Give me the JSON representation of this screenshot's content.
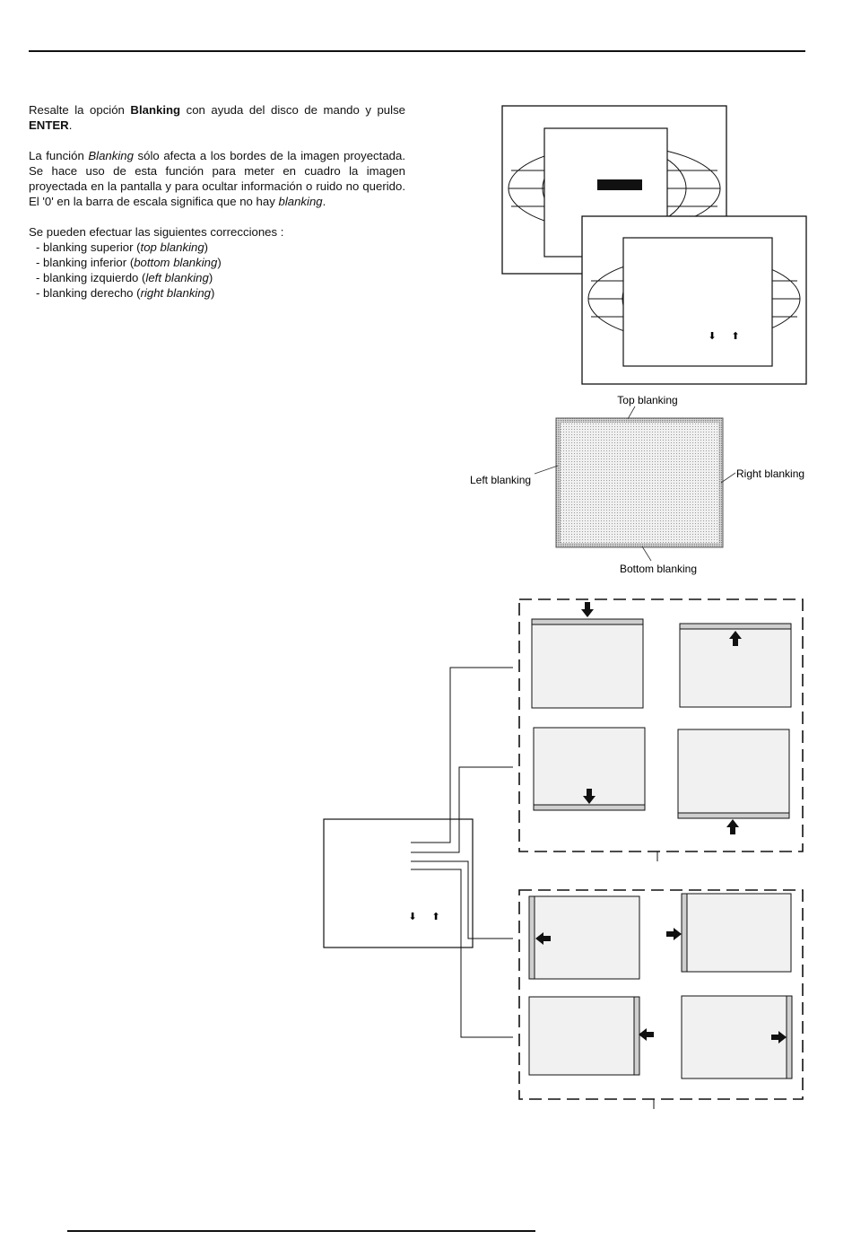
{
  "intro": {
    "p1_prefix": "Resalte la opción ",
    "p1_bold1": "Blanking",
    "p1_mid": " con ayuda del disco de mando y pulse ",
    "p1_bold2": "ENTER",
    "p1_suffix": "."
  },
  "description": {
    "p2_prefix": "La función ",
    "p2_italic": "Blanking",
    "p2_mid": " sólo afecta a los bordes de la imagen proyectada. Se hace uso de esta función para meter en cuadro la imagen proyectada en la pantalla y para ocultar información o ruido no querido. El '0' en la barra de escala significa que no hay ",
    "p2_italic2": "blanking",
    "p2_suffix": "."
  },
  "corrections": {
    "heading": "Se pueden efectuar las siguientes correcciones :",
    "items": [
      {
        "prefix": "- blanking superior (",
        "term": "top blanking",
        "suffix": ")"
      },
      {
        "prefix": "- blanking inferior (",
        "term": "bottom blanking",
        "suffix": ")"
      },
      {
        "prefix": "- blanking izquierdo (",
        "term": "left blanking",
        "suffix": ")"
      },
      {
        "prefix": "- blanking derecho (",
        "term": "right blanking",
        "suffix": ")"
      }
    ]
  },
  "diagram": {
    "top_label": "Top blanking",
    "left_label": "Left blanking",
    "right_label": "Right blanking",
    "bottom_label": "Bottom blanking",
    "arrow_down_glyph": "⬇",
    "arrow_up_glyph": "⬆"
  },
  "colors": {
    "ink": "#111111",
    "panel": "#f1f1f1",
    "bar": "#cfcfcf",
    "stipple": "#e4e4e4"
  }
}
